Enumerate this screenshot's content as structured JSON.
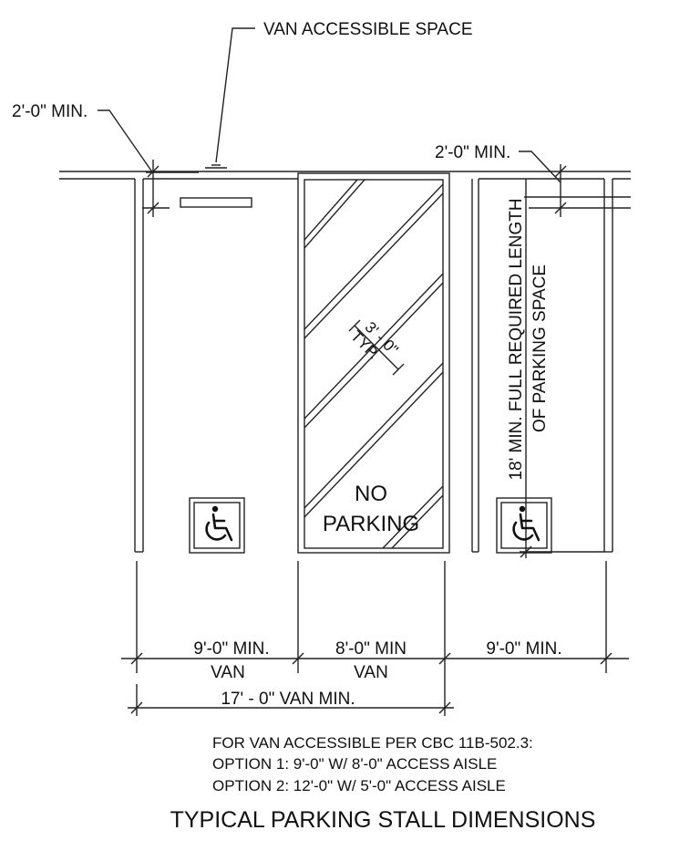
{
  "callouts": {
    "van_accessible_space": "VAN ACCESSIBLE SPACE",
    "clearance_left": "2'-0\" MIN.",
    "clearance_right": "2'-0\" MIN."
  },
  "aisle": {
    "stripe_spacing": "3' - 0\"",
    "stripe_typ": "TYP.",
    "no_parking_line1": "NO",
    "no_parking_line2": "PARKING"
  },
  "length_note": {
    "line1": "18' MIN. FULL REQUIRED LENGTH",
    "line2": "OF PARKING SPACE"
  },
  "dimensions": {
    "left_space_line1": "9'-0\" MIN.",
    "left_space_line2": "VAN",
    "aisle_line1": "8'-0\" MIN",
    "aisle_line2": "VAN",
    "right_space": "9'-0\" MIN.",
    "overall": "17' - 0\" VAN MIN."
  },
  "notes": {
    "line1": "FOR VAN ACCESSIBLE PER CBC 11B-502.3:",
    "line2": "OPTION 1: 9'-0\" W/ 8'-0\" ACCESS AISLE",
    "line3": "OPTION 2: 12'-0\" W/ 5'-0\" ACCESS AISLE"
  },
  "title": "TYPICAL PARKING STALL DIMENSIONS",
  "icons": {
    "accessibility_left": "wheelchair-icon",
    "accessibility_right": "wheelchair-icon"
  }
}
